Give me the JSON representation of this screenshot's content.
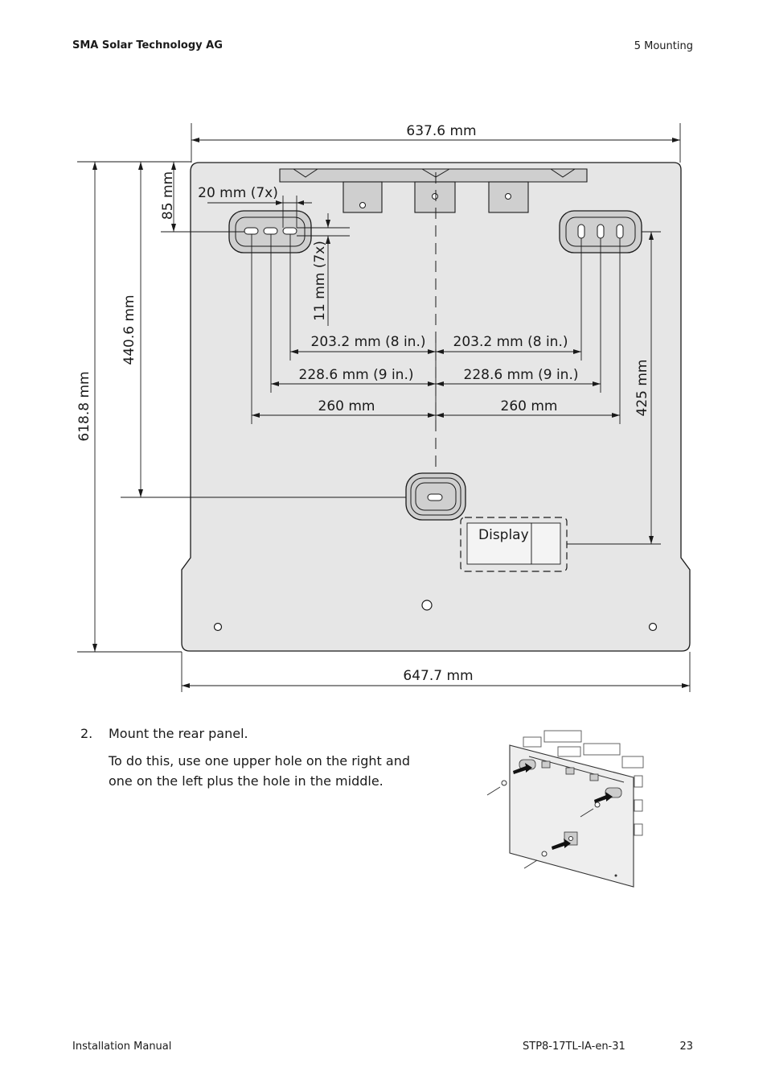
{
  "header": {
    "company": "SMA Solar Technology AG",
    "section": "5  Mounting"
  },
  "diagram": {
    "dims": {
      "top_width": "637.6 mm",
      "bottom_width": "647.7 mm",
      "total_height": "618.8 mm",
      "middle_height": "440.6 mm",
      "top_offset": "85 mm",
      "hole_width": "20 mm (7x)",
      "hole_height": "11 mm (7x)",
      "dist_203": "203.2 mm (8 in.)",
      "dist_228": "228.6 mm (9 in.)",
      "dist_260": "260 mm",
      "right_height": "425 mm"
    },
    "display_label": "Display"
  },
  "step": {
    "number": "2.",
    "title": "Mount the rear panel.",
    "body": "To do this, use one upper hole on the right and one on the left plus the hole in the middle."
  },
  "footer": {
    "manual": "Installation Manual",
    "doc_id": "STP8-17TL-IA-en-31",
    "page": "23"
  }
}
